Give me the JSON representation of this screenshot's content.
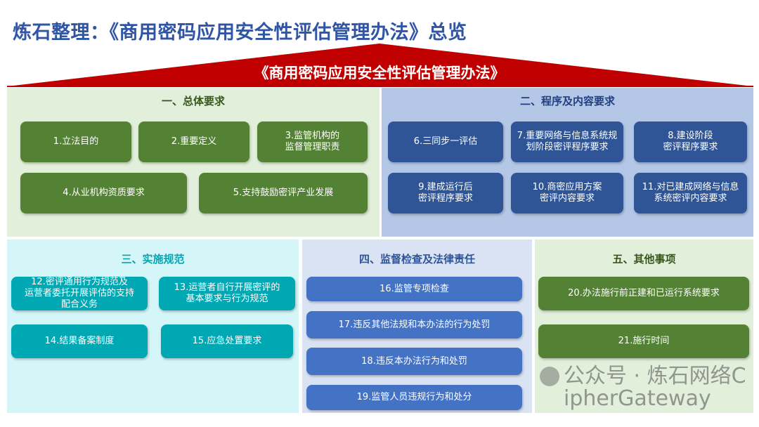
{
  "title": "炼石整理：《商用密码应用安全性评估管理办法》总览",
  "roof_title": "《商用密码应用安全性评估管理办法》",
  "colors": {
    "title": "#2f55a4",
    "roof": "#c00000",
    "green": "#548235",
    "navy": "#2f5597",
    "teal": "#00a8b4",
    "blue": "#4472c4"
  },
  "sections": [
    {
      "heading": "一、总体要求",
      "items": [
        "1.立法目的",
        "2.重要定义",
        "3.监管机构的\n监督管理职责",
        "4.从业机构资质要求",
        "5.支持鼓励密评产业发展"
      ]
    },
    {
      "heading": "二、程序及内容要求",
      "items": [
        "6.三同步一评估",
        "7.重要网络与信息系统规划阶段密评程序要求",
        "8.建设阶段\n密评程序要求",
        "9.建成运行后\n密评程序要求",
        "10.商密应用方案\n密评内容要求",
        "11.对已建成网络与信息系统密评内容要求"
      ]
    },
    {
      "heading": "三、实施规范",
      "items": [
        "12.密评通用行为规范及\n运营者委托开展评估的支持\n配合义务",
        "13.运营者自行开展密评的\n基本要求与行为规范",
        "14.结果备案制度",
        "15.应急处置要求"
      ]
    },
    {
      "heading": "四、监督检查及法律责任",
      "items": [
        "16.监管专项检查",
        "17.违反其他法规和本办法的行为处罚",
        "18.违反本办法行为和处罚",
        "19.监管人员违规行为和处分"
      ]
    },
    {
      "heading": "五、其他事项",
      "items": [
        "20.办法施行前正建和已运行系统要求",
        "21.施行时间"
      ]
    }
  ],
  "watermark": "公众号 · 炼石网络CipherGateway"
}
